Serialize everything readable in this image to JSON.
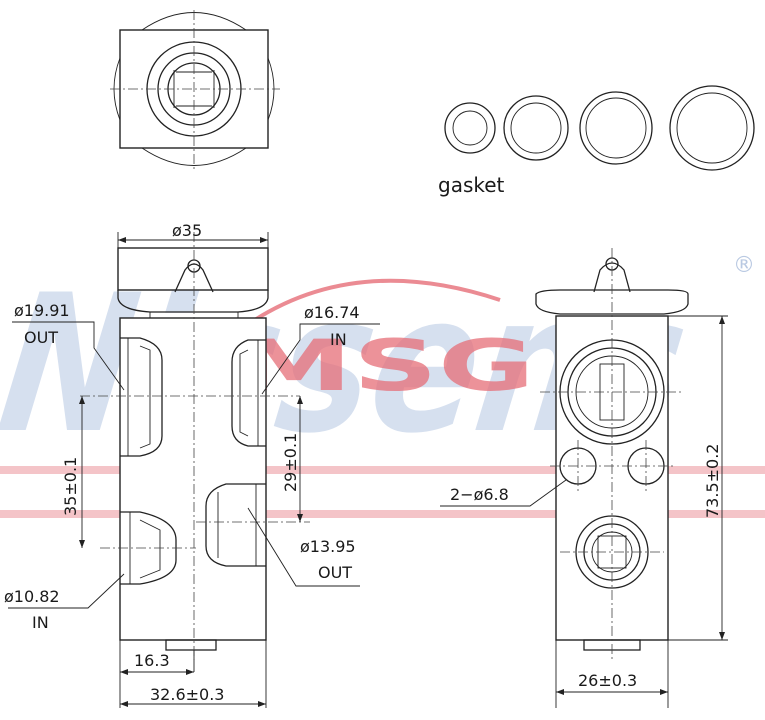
{
  "watermark": {
    "brand": "Nissens",
    "registered": "®",
    "dealer": "MSG",
    "colors": {
      "brand_blue": "#b9c9e2",
      "dealer_red": "#e66e78",
      "dealer_grey": "#9a9a9a",
      "stripe_red": "#f4c4c8"
    }
  },
  "labels": {
    "gasket": "gasket",
    "top_diameter": "ø35",
    "out_left_diameter": "ø19.91",
    "out_left_text": "OUT",
    "in_right_diameter": "ø16.74",
    "in_right_text": "IN",
    "spacing_right": "29±0.1",
    "spacing_left": "35±0.1",
    "out_lower_diameter": "ø13.95",
    "out_lower_text": "OUT",
    "in_lower_diameter": "ø10.82",
    "in_lower_text": "IN",
    "bottom_offset": "16.3",
    "width_front": "32.6±0.3",
    "holes": "2−ø6.8",
    "height_side": "73.5±0.2",
    "width_side": "26±0.3"
  },
  "gaskets": [
    "gasket-small",
    "gasket-medium",
    "gasket-large",
    "gasket-xlarge"
  ]
}
